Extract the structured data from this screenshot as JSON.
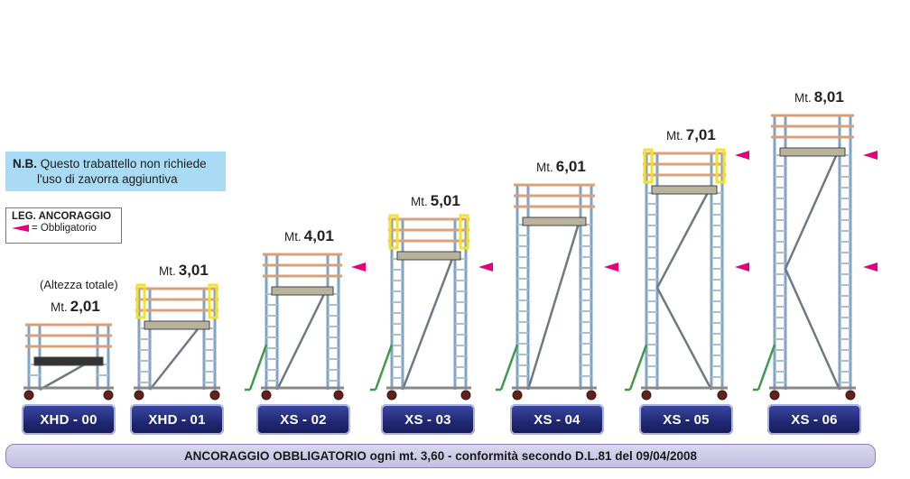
{
  "note": {
    "prefix": "N.B.",
    "line1": "Questo trabattello non richiede",
    "line2": "l'uso di zavorra aggiuntiva"
  },
  "legend": {
    "title": "LEG. ANCORAGGIO",
    "item": "= Obbligatorio",
    "marker_icon": "magenta-triangle-left",
    "marker_color": "#e4007c"
  },
  "altezza_label": "(Altezza totale)",
  "height_prefix": "Mt.",
  "models": [
    {
      "name": "XHD - 00",
      "height": "2,01",
      "anchors": 0,
      "rail": "black"
    },
    {
      "name": "XHD - 01",
      "height": "3,01",
      "anchors": 0,
      "rail": "yellow"
    },
    {
      "name": "XS - 02",
      "height": "4,01",
      "anchors": 1,
      "rail": "none"
    },
    {
      "name": "XS - 03",
      "height": "5,01",
      "anchors": 1,
      "rail": "yellow"
    },
    {
      "name": "XS - 04",
      "height": "6,01",
      "anchors": 1,
      "rail": "none"
    },
    {
      "name": "XS - 05",
      "height": "7,01",
      "anchors": 2,
      "rail": "yellow"
    },
    {
      "name": "XS - 06",
      "height": "8,01",
      "anchors": 2,
      "rail": "none"
    }
  ],
  "colors": {
    "frame": "#7fa3c2",
    "guardrail": "#d9a07a",
    "yellow_rail": "#f3e12a",
    "platform": "#b9b39b",
    "outrigger": "#3e9a4a",
    "button_bg": "#1f2770"
  },
  "footer": "ANCORAGGIO OBBLIGATORIO ogni mt. 3,60 - conformità secondo D.L.81 del 09/04/2008"
}
